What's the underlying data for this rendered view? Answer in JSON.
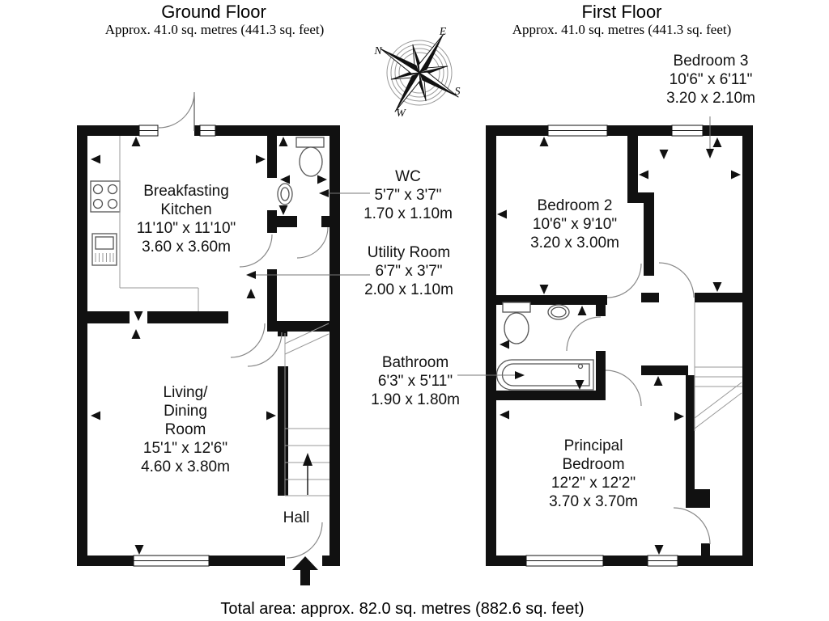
{
  "header": {
    "ground_floor_title": "Ground Floor",
    "ground_floor_area": "Approx. 41.0 sq. metres (441.3 sq. feet)",
    "first_floor_title": "First Floor",
    "first_floor_area": "Approx. 41.0 sq. metres (441.3 sq. feet)"
  },
  "compass": {
    "north": "N",
    "east": "E",
    "south": "S",
    "west": "W"
  },
  "ground_floor": {
    "kitchen": {
      "line1": "Breakfasting",
      "line2": "Kitchen",
      "imperial": "11'10\" x 11'10\"",
      "metric": "3.60 x 3.60m"
    },
    "wc": {
      "name": "WC",
      "imperial": "5'7\" x 3'7\"",
      "metric": "1.70 x 1.10m"
    },
    "utility": {
      "name": "Utility Room",
      "imperial": "6'7\" x 3'7\"",
      "metric": "2.00 x 1.10m"
    },
    "living": {
      "line1": "Living/",
      "line2": "Dining",
      "line3": "Room",
      "imperial": "15'1\" x 12'6\"",
      "metric": "4.60 x 3.80m"
    },
    "hall": {
      "name": "Hall"
    }
  },
  "first_floor": {
    "bedroom3": {
      "name": "Bedroom 3",
      "imperial": "10'6\" x 6'11\"",
      "metric": "3.20 x 2.10m"
    },
    "bedroom2": {
      "name": "Bedroom 2",
      "imperial": "10'6\" x 9'10\"",
      "metric": "3.20 x 3.00m"
    },
    "bathroom": {
      "name": "Bathroom",
      "imperial": "6'3\" x 5'11\"",
      "metric": "1.90 x 1.80m"
    },
    "principal": {
      "line1": "Principal",
      "line2": "Bedroom",
      "imperial": "12'2\" x 12'2\"",
      "metric": "3.70 x 3.70m"
    }
  },
  "footer": {
    "total_area": "Total area: approx. 82.0 sq. metres (882.6 sq. feet)"
  }
}
